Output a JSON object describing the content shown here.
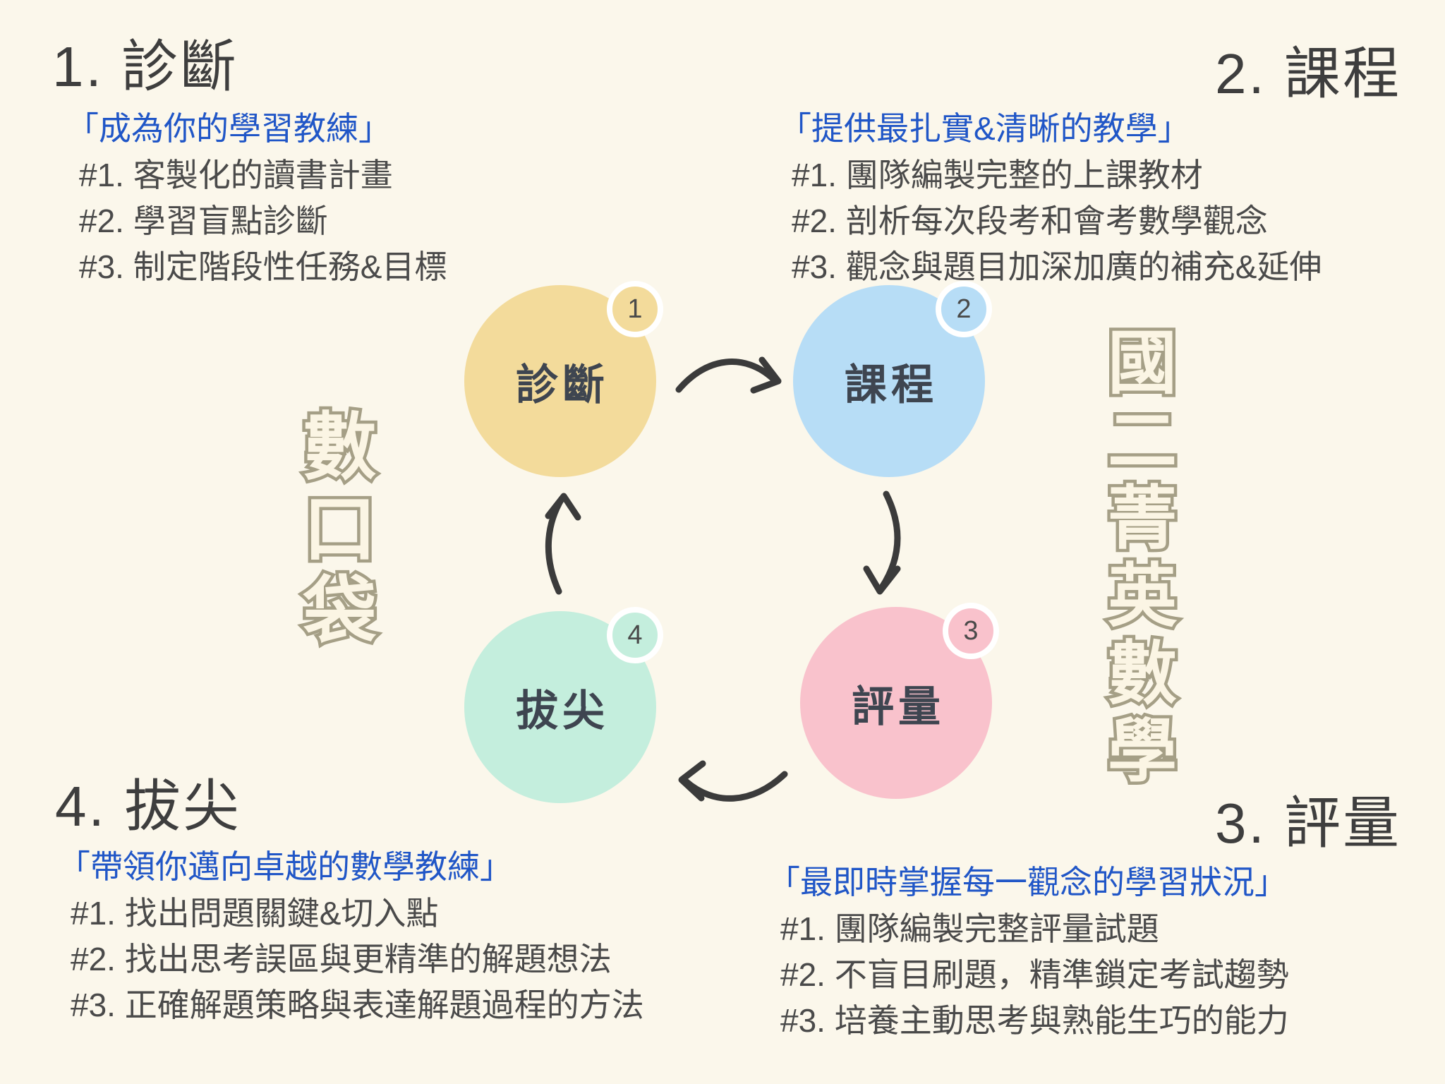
{
  "page": {
    "background": "#FBF7EB"
  },
  "palette": {
    "heading_text": "#3E3E3E",
    "body_text": "#4A4A4A",
    "quote_text": "#2056C7",
    "arrow": "#3B3B3B",
    "watermark_outline": "#A59F86",
    "watermark_fill": "#FBF5E4",
    "circle_yellow": "#F3DB9B",
    "circle_blue": "#B7DDF6",
    "circle_pink": "#F9C2CC",
    "circle_green": "#C4EEDD",
    "badge_ring": "#FFFFFF"
  },
  "sections": {
    "diagnosis": {
      "title": "1. 診斷",
      "quote": "「成為你的學習教練」",
      "items": [
        "#1. 客製化的讀書計畫",
        "#2. 學習盲點診斷",
        "#3. 制定階段性任務&目標"
      ]
    },
    "course": {
      "title": "2. 課程",
      "quote": "「提供最扎實&清晰的教學」",
      "items": [
        "#1. 團隊編製完整的上課教材",
        "#2. 剖析每次段考和會考數學觀念",
        "#3. 觀念與題目加深加廣的補充&延伸"
      ]
    },
    "assessment": {
      "title": "3. 評量",
      "quote": "「最即時掌握每一觀念的學習狀況」",
      "items": [
        "#1. 團隊編製完整評量試題",
        "#2. 不盲目刷題，精準鎖定考試趨勢",
        "#3. 培養主動思考與熟能生巧的能力"
      ]
    },
    "excellence": {
      "title": "4. 拔尖",
      "quote": "「帶領你邁向卓越的數學教練」",
      "items": [
        "#1. 找出問題關鍵&切入點",
        "#2. 找出思考誤區與更精準的解題想法",
        "#3. 正確解題策略與表達解題過程的方法"
      ]
    }
  },
  "cycle": {
    "steps": [
      {
        "number": "1",
        "label": "診斷",
        "color": "#F3DB9B"
      },
      {
        "number": "2",
        "label": "課程",
        "color": "#B7DDF6"
      },
      {
        "number": "3",
        "label": "評量",
        "color": "#F9C2CC"
      },
      {
        "number": "4",
        "label": "拔尖",
        "color": "#C4EEDD"
      }
    ]
  },
  "watermarks": {
    "left": "數口袋",
    "right": "國二菁英數學"
  }
}
